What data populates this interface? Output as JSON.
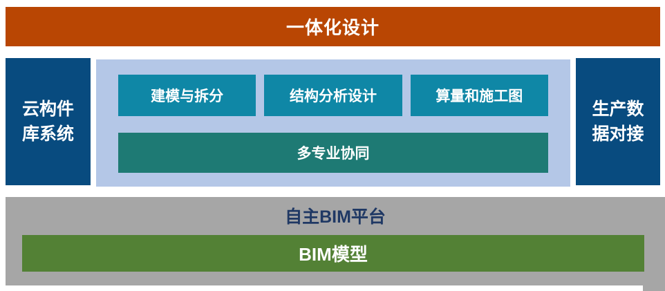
{
  "palette": {
    "orange": "#B94603",
    "dark-blue": "#084B7F",
    "light-blue": "#B4C7E7",
    "teal": "#0F87A6",
    "dark-teal": "#1E7A74",
    "gray": "#A6A6A6",
    "green": "#538135",
    "navy-text": "#1F3864"
  },
  "top_banner": {
    "label": "一体化设计"
  },
  "left_panel": {
    "label": "云构件库系统",
    "lines": [
      "云构件",
      "库系统"
    ]
  },
  "right_panel": {
    "label": "生产数据对接",
    "lines": [
      "生产数",
      "据对接"
    ]
  },
  "design_modules": {
    "items": [
      {
        "label": "建模与拆分"
      },
      {
        "label": "结构分析设计"
      },
      {
        "label": "算量和施工图"
      }
    ],
    "collaboration": {
      "label": "多专业协同"
    }
  },
  "platform": {
    "title": "自主BIM平台",
    "model_label": "BIM模型"
  }
}
